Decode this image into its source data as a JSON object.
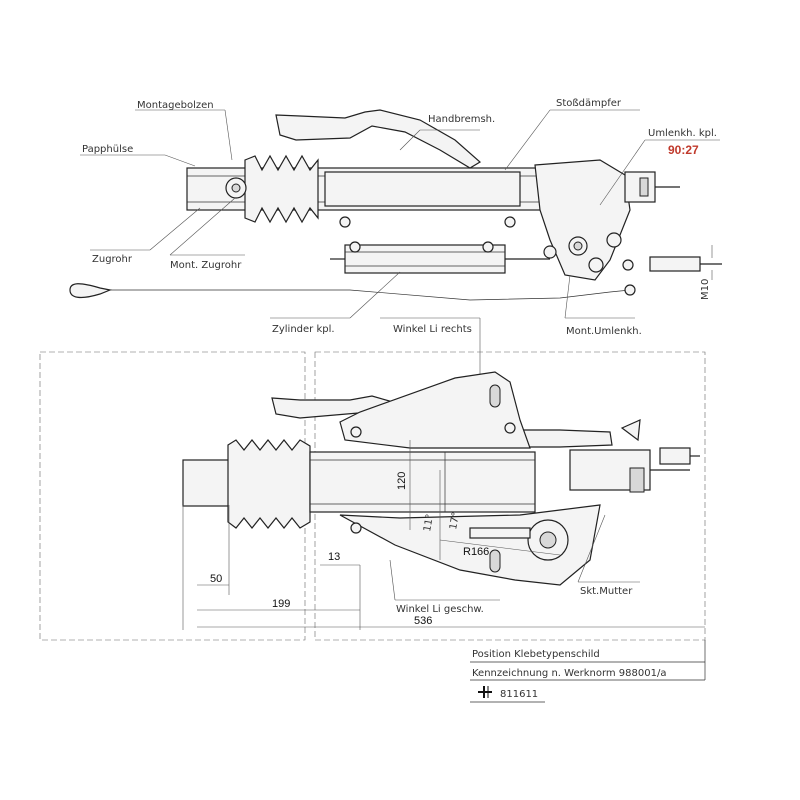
{
  "top_view": {
    "labels": {
      "montagebolzen": "Montagebolzen",
      "papphuelse": "Papphülse",
      "handbremsh": "Handbremsh.",
      "stossdaempfer": "Stoßdämpfer",
      "umlenkh_kpl": "Umlenkh. kpl.",
      "ratio": "90:27",
      "zugrohr": "Zugrohr",
      "mont_zugrohr": "Mont. Zugrohr",
      "zylinder_kpl": "Zylinder kpl.",
      "winkel_rechts": "Winkel Li rechts",
      "mont_umlenkh": "Mont.Umlenkh.",
      "m10": "M10"
    }
  },
  "side_view": {
    "dims": {
      "d50": "50",
      "d199": "199",
      "d13": "13",
      "d536": "536",
      "d120": "120",
      "a11": "11°",
      "a17": "17°",
      "r166": "R166"
    },
    "labels": {
      "skt_mutter": "Skt.Mutter",
      "winkel_li_geschw": "Winkel Li geschw."
    }
  },
  "title_block": {
    "line1": "Position Klebetypenschild",
    "line2": "Kennzeichnung n. Werknorm 988001/a",
    "part_number": "811611"
  },
  "colors": {
    "ratio": "#c0392b"
  }
}
